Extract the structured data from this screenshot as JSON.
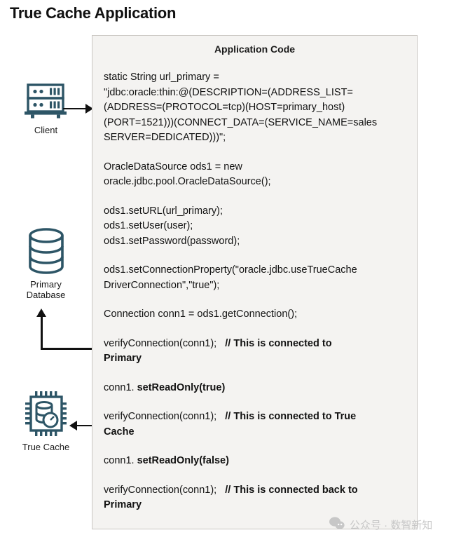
{
  "title": "True Cache Application",
  "diagram": {
    "nodes": [
      {
        "id": "client",
        "label": "Client",
        "icon": "server-rack-icon"
      },
      {
        "id": "primary",
        "label": "Primary\nDatabase",
        "icon": "database-cylinder-icon"
      },
      {
        "id": "cache",
        "label": "True Cache",
        "icon": "chip-cache-icon"
      }
    ],
    "arrows": [
      {
        "id": "client-to-code",
        "direction": "right"
      },
      {
        "id": "code-to-primary",
        "direction": "up"
      },
      {
        "id": "code-to-cache",
        "direction": "left"
      }
    ],
    "icon_color": "#2d5566"
  },
  "panel": {
    "title": "Application Code",
    "background": "#f4f3f1",
    "border_color": "#c9c6c2",
    "blocks": [
      {
        "id": "url-primary",
        "lines": [
          [
            {
              "t": "static String url_primary =",
              "b": false
            }
          ],
          [
            {
              "t": "\"jdbc:oracle:thin:@(DESCRIPTION=(ADDRESS_LIST=",
              "b": false
            }
          ],
          [
            {
              "t": "(ADDRESS=(PROTOCOL=tcp)(HOST=primary_host)",
              "b": false
            }
          ],
          [
            {
              "t": "(PORT=1521)))(CONNECT_DATA=(SERVICE_NAME=sales",
              "b": false
            }
          ],
          [
            {
              "t": "SERVER=DEDICATED)))\";",
              "b": false
            }
          ]
        ]
      },
      {
        "id": "datasource-new",
        "lines": [
          [
            {
              "t": "OracleDataSource ods1 = new",
              "b": false
            }
          ],
          [
            {
              "t": "oracle.jdbc.pool.OracleDataSource();",
              "b": false
            }
          ]
        ]
      },
      {
        "id": "credentials",
        "lines": [
          [
            {
              "t": "ods1.setURL(url_primary);",
              "b": false
            }
          ],
          [
            {
              "t": "ods1.setUser(user);",
              "b": false
            }
          ],
          [
            {
              "t": "ods1.setPassword(password);",
              "b": false
            }
          ]
        ]
      },
      {
        "id": "connection-property",
        "lines": [
          [
            {
              "t": "ods1.setConnectionProperty(\"oracle.jdbc.useTrueCache",
              "b": false
            }
          ],
          [
            {
              "t": "DriverConnection\",\"true\");",
              "b": false
            }
          ]
        ]
      },
      {
        "id": "get-connection",
        "lines": [
          [
            {
              "t": "Connection conn1 = ods1.getConnection();",
              "b": false
            }
          ]
        ]
      },
      {
        "id": "verify-primary",
        "lines": [
          [
            {
              "t": "verifyConnection(conn1);   ",
              "b": false
            },
            {
              "t": "// This is connected to",
              "b": true
            }
          ],
          [
            {
              "t": "Primary",
              "b": true
            }
          ]
        ]
      },
      {
        "id": "set-readonly-true",
        "lines": [
          [
            {
              "t": "conn1. ",
              "b": false
            },
            {
              "t": "setReadOnly(true)",
              "b": true
            }
          ]
        ]
      },
      {
        "id": "verify-true-cache",
        "lines": [
          [
            {
              "t": "verifyConnection(conn1);   ",
              "b": false
            },
            {
              "t": "// This is connected to True",
              "b": true
            }
          ],
          [
            {
              "t": "Cache",
              "b": true
            }
          ]
        ]
      },
      {
        "id": "set-readonly-false",
        "lines": [
          [
            {
              "t": "conn1. ",
              "b": false
            },
            {
              "t": "setReadOnly(false)",
              "b": true
            }
          ]
        ]
      },
      {
        "id": "verify-back-primary",
        "lines": [
          [
            {
              "t": "verifyConnection(conn1);   ",
              "b": false
            },
            {
              "t": "// This is connected back to",
              "b": true
            }
          ],
          [
            {
              "t": "Primary",
              "b": true
            }
          ]
        ]
      }
    ]
  },
  "watermark": {
    "icon": "wechat-icon",
    "text": "公众号 · 数智新知",
    "color": "#c7c7c7"
  }
}
